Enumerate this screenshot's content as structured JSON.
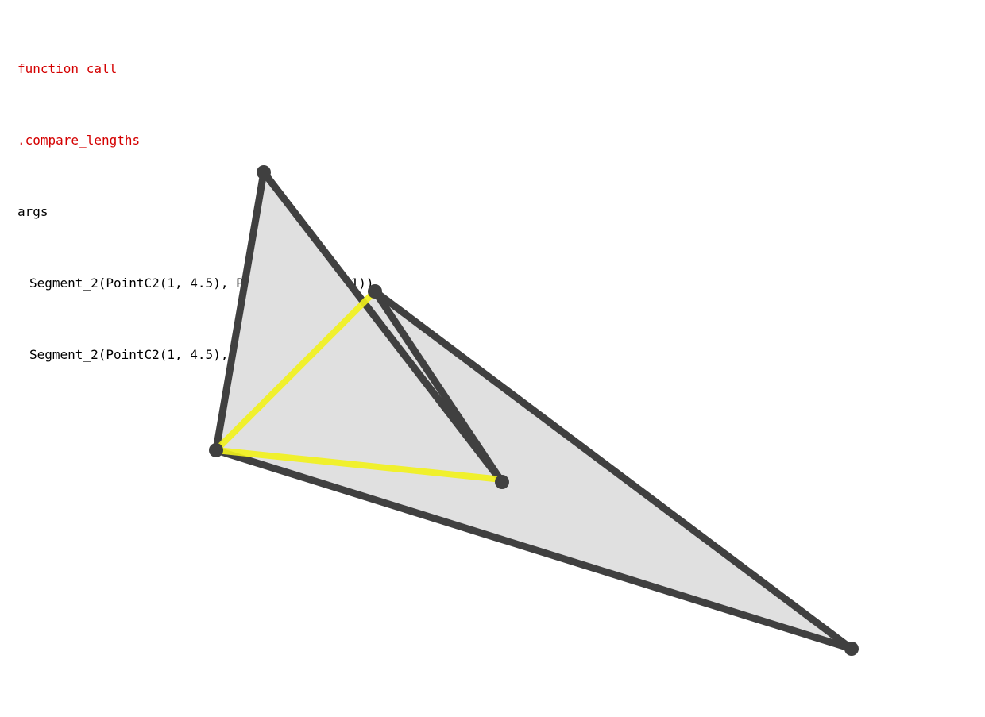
{
  "header": {
    "title": "function call",
    "method": ".compare_lengths",
    "args_label": "args",
    "args": [
      "Segment_2(PointC2(1, 4.5), PointC2(4.6, 4.1))",
      "Segment_2(PointC2(1, 4.5), PointC2(3, 6.5))"
    ]
  },
  "colors": {
    "header_text": "#d40000",
    "body_text": "#000000",
    "triangle_fill": "#e0e0e0",
    "edge": "#404040",
    "highlight": "#f2f21a"
  }
}
